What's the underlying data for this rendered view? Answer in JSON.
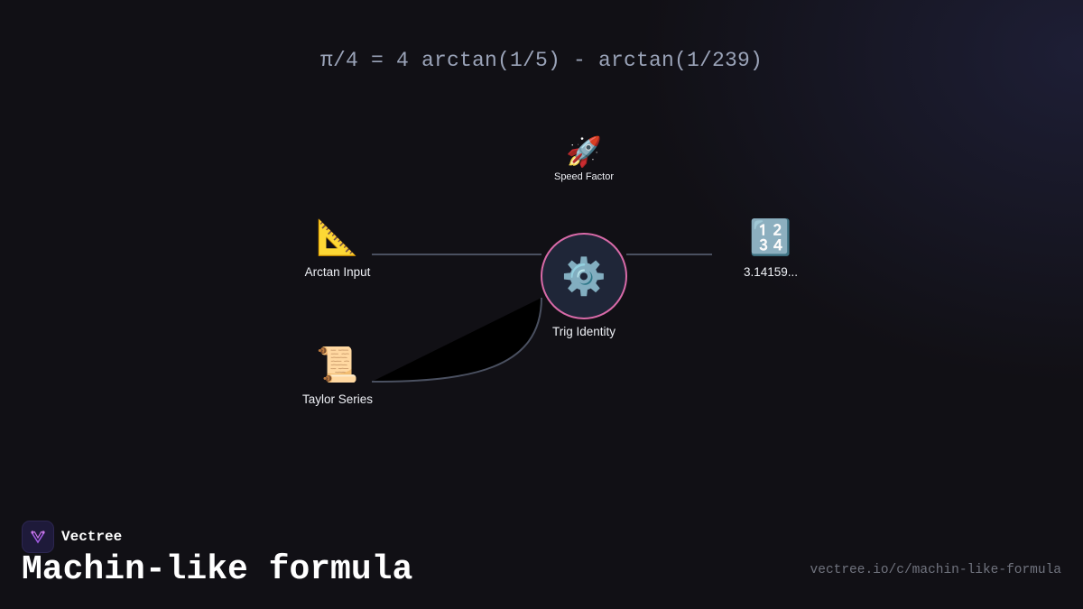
{
  "formula": "π/4 = 4 arctan(1/5) - arctan(1/239)",
  "nodes": {
    "speed_factor": {
      "icon": "🚀",
      "icon_name": "rocket-icon",
      "label": "Speed Factor"
    },
    "arctan_input": {
      "icon": "📐",
      "icon_name": "triangular-ruler-icon",
      "label": "Arctan Input"
    },
    "trig_identity": {
      "icon": "⚙️",
      "icon_name": "gear-icon",
      "label": "Trig Identity"
    },
    "result": {
      "icon": "🔢",
      "icon_name": "number-keypad-icon",
      "label": "3.14159..."
    },
    "taylor_series": {
      "icon": "📜",
      "icon_name": "scroll-icon",
      "label": "Taylor Series"
    }
  },
  "colors": {
    "hub_border": "#d86aa8",
    "hub_fill": "#1f2638",
    "edge": "#4a5060",
    "background": "#111015"
  },
  "brand": {
    "name": "Vectree",
    "logo_icon": "vectree-logo-icon"
  },
  "footer": {
    "title": "Machin-like formula",
    "url": "vectree.io/c/machin-like-formula"
  }
}
